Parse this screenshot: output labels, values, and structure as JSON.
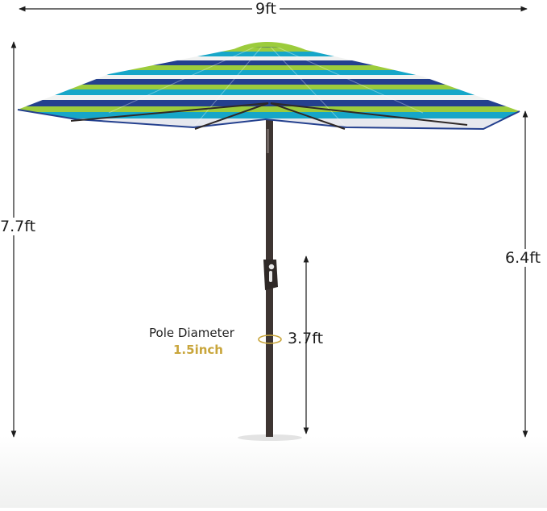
{
  "dimensions": {
    "width_label": "9ft",
    "total_height_label": "7.7ft",
    "canopy_clearance_label": "6.4ft",
    "crank_height_label": "3.7ft"
  },
  "pole": {
    "title": "Pole Diameter",
    "value": "1.5inch"
  },
  "colors": {
    "stripe_navy": "#24408e",
    "stripe_lime": "#9ccc3c",
    "stripe_teal": "#16a6c8",
    "stripe_white": "#f1f2f1",
    "pole": "#3e3532",
    "accent_gold": "#c9a63c",
    "line": "#1c1c1c"
  }
}
